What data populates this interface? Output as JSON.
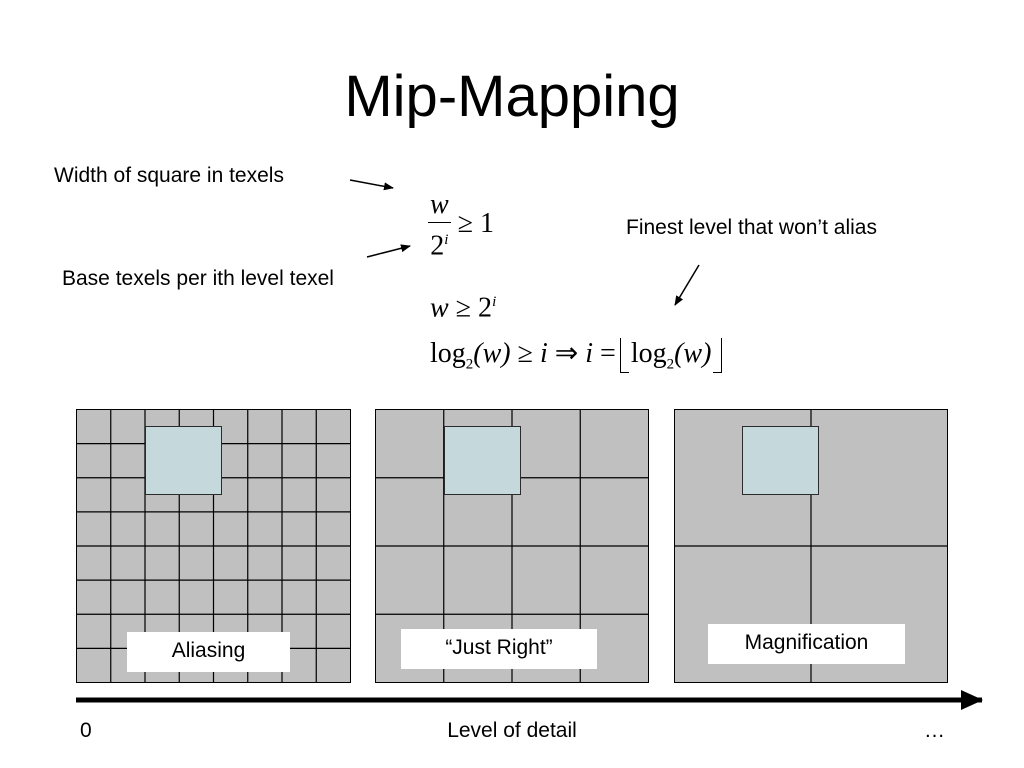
{
  "slide": {
    "title": "Mip-Mapping",
    "annotations": {
      "width_label": "Width of square in texels",
      "base_label": "Base texels per ith level texel",
      "finest_label": "Finest level that won’t alias"
    },
    "formulas": {
      "f1_num": "w",
      "f1_den_base": "2",
      "f1_den_exp": "i",
      "f1_rel": "≥ 1",
      "f2_lhs": "w",
      "f2_rel": "≥ 2",
      "f2_exp": "i",
      "f3_log": "log",
      "f3_sub": "2",
      "f3_w": "(w)",
      "f3_ge": "≥",
      "f3_i": "i",
      "f3_implies": "⇒",
      "f3_i2": "i",
      "f3_eq": "=",
      "f3_log2": "log",
      "f3_sub2": "2",
      "f3_w2": "(w)"
    },
    "panels": [
      {
        "caption": "Aliasing",
        "grid_divisions": 8
      },
      {
        "caption": "“Just Right”",
        "grid_divisions": 4
      },
      {
        "caption": "Magnification",
        "grid_divisions": 2
      }
    ],
    "axis": {
      "start": "0",
      "label": "Level of detail",
      "end": "…"
    },
    "colors": {
      "panel_fill": "#c0c0c0",
      "grid_line": "#000000",
      "square_fill": "#c5d9dc",
      "square_stroke": "#2b2b2b"
    }
  }
}
